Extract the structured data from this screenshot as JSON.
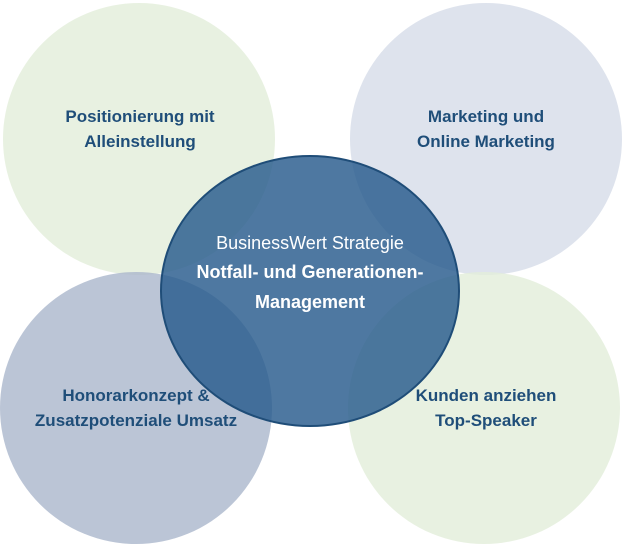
{
  "diagram": {
    "center": {
      "title": "BusinessWert Strategie",
      "line1": "Notfall- und Generationen-",
      "line2": "Management"
    },
    "top_left": {
      "line1": "Positionierung mit",
      "line2": "Alleinstellung"
    },
    "top_right": {
      "line1": "Marketing und",
      "line2": "Online Marketing"
    },
    "bottom_left": {
      "line1": "Honorarkonzept &",
      "line2": "Zusatzpotenziale Umsatz"
    },
    "bottom_right": {
      "line1": "Kunden anziehen",
      "line2": "Top-Speaker"
    }
  },
  "colors": {
    "label_text": "#1f4e79",
    "center_fill": "#275a8c",
    "green_circle": "#e2eeda",
    "blue_light_circle": "#d6dce8",
    "blue_gray_circle": "#aab7cc"
  }
}
